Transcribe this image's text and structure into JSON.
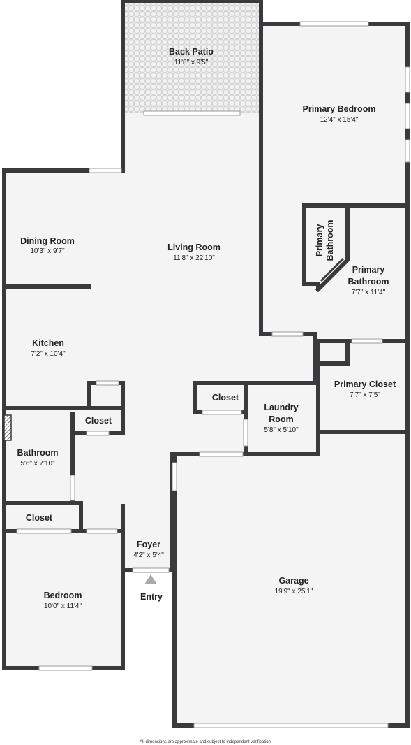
{
  "rooms": {
    "back_patio": {
      "name": "Back Patio",
      "dim": "11'8\" x 9'5\""
    },
    "primary_bedroom": {
      "name": "Primary Bedroom",
      "dim": "12'4\" x 15'4\""
    },
    "primary_bathroom_vertical": {
      "name_line1": "Primary",
      "name_line2": "Bathroom"
    },
    "primary_bathroom": {
      "name_line1": "Primary",
      "name_line2": "Bathroom",
      "dim": "7'7\" x 11'4\""
    },
    "dining_room": {
      "name": "Dining Room",
      "dim": "10'3\" x 9'7\""
    },
    "living_room": {
      "name": "Living Room",
      "dim": "11'8\" x 22'10\""
    },
    "kitchen": {
      "name": "Kitchen",
      "dim": "7'2\" x 10'4\""
    },
    "primary_closet": {
      "name": "Primary Closet",
      "dim": "7'7\" x 7'5\""
    },
    "closet_laundry": {
      "name": "Closet"
    },
    "laundry_room": {
      "name_line1": "Laundry",
      "name_line2": "Room",
      "dim": "5'8\" x 5'10\""
    },
    "closet_hall": {
      "name": "Closet"
    },
    "bathroom": {
      "name": "Bathroom",
      "dim": "5'6\" x 7'10\""
    },
    "closet_bedroom": {
      "name": "Closet"
    },
    "foyer": {
      "name": "Foyer",
      "dim": "4'2\" x 5'4\""
    },
    "entry": {
      "name": "Entry"
    },
    "bedroom": {
      "name": "Bedroom",
      "dim": "10'0\" x 11'4\""
    },
    "garage": {
      "name": "Garage",
      "dim": "19'9\" x 25'1\""
    }
  },
  "footer": {
    "disclaimer": "All dimensions are approximate and subject to independent verification"
  },
  "colors": {
    "wall": "#3a3a3c",
    "floor": "#f4f4f4",
    "patio": "#e6e6e6"
  }
}
